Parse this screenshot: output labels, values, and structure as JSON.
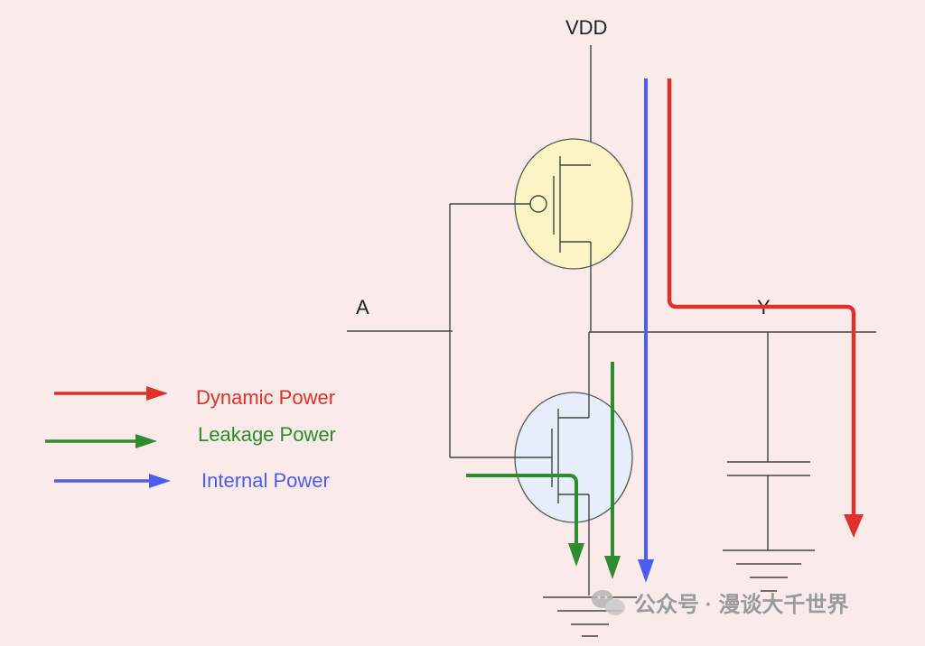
{
  "labels": {
    "vdd": "VDD",
    "input_a": "A",
    "output_y": "Y"
  },
  "legend": [
    {
      "label": "Dynamic Power",
      "color": "#e0302a"
    },
    {
      "label": "Leakage Power",
      "color": "#2e8b2e"
    },
    {
      "label": "Internal Power",
      "color": "#4d5cf0"
    }
  ],
  "colors": {
    "pmos_fill": "#faf5c2",
    "nmos_fill": "#e6eef9",
    "wire": "#444444",
    "background": "#fbeaea"
  },
  "watermark": {
    "text": "公众号 · 漫谈大千世界"
  }
}
